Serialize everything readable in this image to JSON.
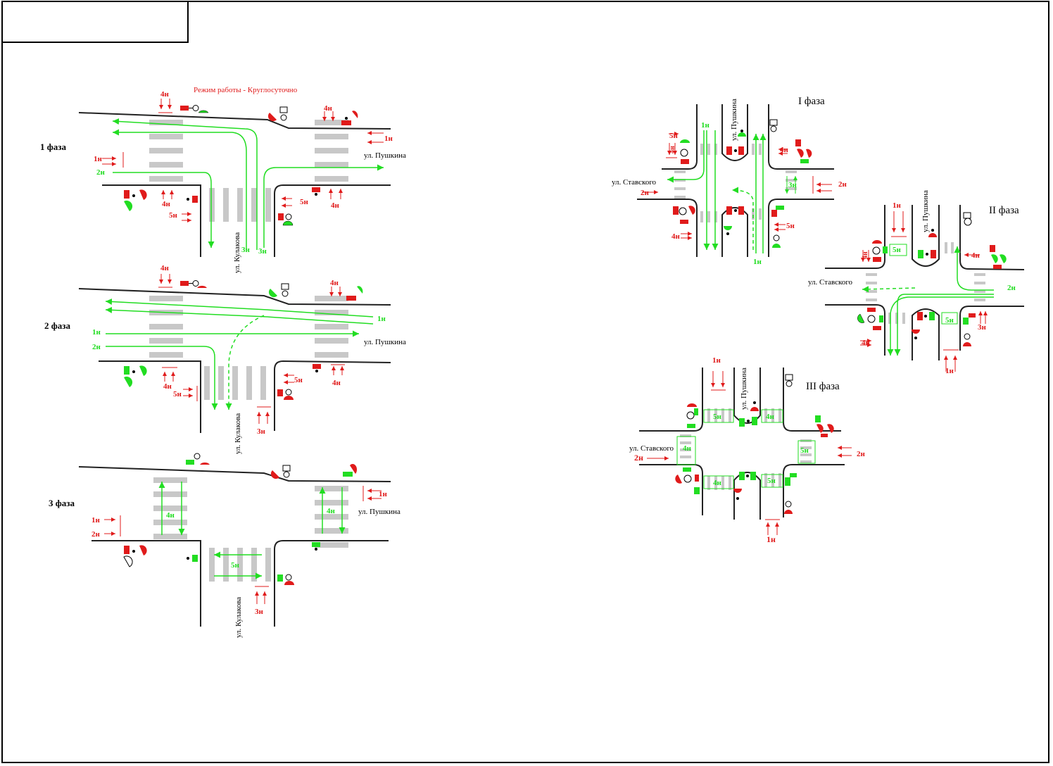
{
  "regime": "Режим работы - Круглосуточно",
  "colors": {
    "red": "#e01b1b",
    "green": "#22dd22",
    "gray": "#c8c8c8",
    "black": "#000000"
  },
  "streets": {
    "pushkina": "ул. Пушкина",
    "kulakova": "ул. Кулакова",
    "stavskogo": "ул. Ставского"
  },
  "phases_left": [
    "1 фаза",
    "2 фаза",
    "3 фаза"
  ],
  "phases_right": [
    "I фаза",
    "II фаза",
    "III фаза"
  ],
  "flows": {
    "f1": "1н",
    "f2": "2н",
    "f3": "3н",
    "f4": "4н",
    "f5": "5н",
    "f3short": "3н"
  },
  "icons": [
    "traffic-light-icon",
    "pedestrian-light-icon",
    "controller-box-icon"
  ]
}
